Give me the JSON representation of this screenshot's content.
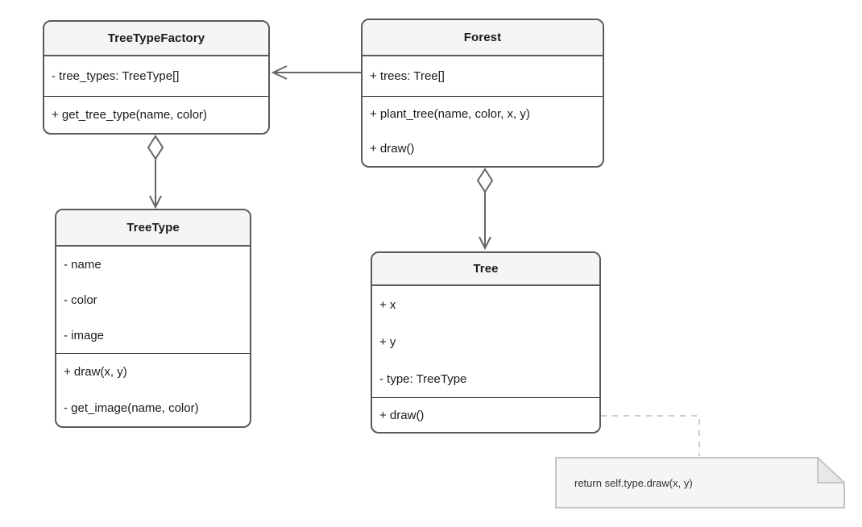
{
  "diagram": {
    "classes": [
      {
        "title": "TreeTypeFactory",
        "attributes": [
          "- tree_types: TreeType[]"
        ],
        "methods": [
          "+ get_tree_type(name, color)"
        ]
      },
      {
        "title": "Forest",
        "attributes": [
          "+ trees: Tree[]"
        ],
        "methods": [
          "+ plant_tree(name, color, x, y)",
          "+ draw()"
        ]
      },
      {
        "title": "TreeType",
        "attributes": [
          "- name",
          "- color",
          "- image"
        ],
        "methods": [
          "+ draw(x, y)",
          "- get_image(name, color)"
        ]
      },
      {
        "title": "Tree",
        "attributes": [
          "+ x",
          "+ y",
          "- type: TreeType"
        ],
        "methods": [
          "+ draw()"
        ]
      }
    ],
    "note": {
      "text": "return self.type.draw(x, y)"
    },
    "relationships": [
      {
        "from": "Forest",
        "to": "TreeTypeFactory",
        "type": "directed-association"
      },
      {
        "from": "TreeTypeFactory",
        "to": "TreeType",
        "type": "aggregation"
      },
      {
        "from": "Forest",
        "to": "Tree",
        "type": "aggregation"
      },
      {
        "from": "Tree",
        "to": "note",
        "type": "dashed-note-link"
      }
    ],
    "colors": {
      "class_border": "#5a5a5a",
      "header_fill": "#f5f5f5",
      "body_fill": "#ffffff",
      "text": "#1a1a1a",
      "connector": "#666666",
      "note_link": "#cccccc",
      "note_border": "#c4c4c4",
      "note_fill": "#f5f5f5",
      "note_fold_fill": "#e8e8e8"
    }
  }
}
